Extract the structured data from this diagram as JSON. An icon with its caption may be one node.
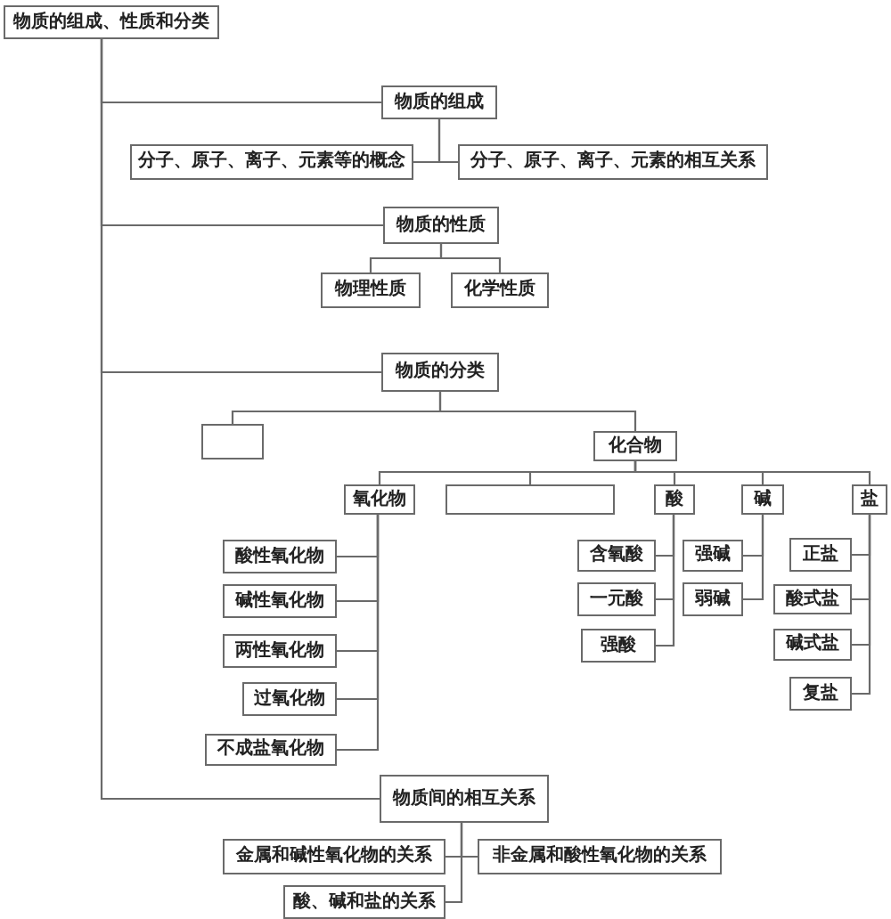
{
  "diagram": {
    "nodes": [
      {
        "text": [
          "物质的组成、性质和分类"
        ]
      },
      {
        "text": [
          "物质的组成"
        ]
      },
      {
        "text": [
          "分子、原子、离子、元素等的概念"
        ]
      },
      {
        "text": [
          "分子、原子、离子、元素的相互关系"
        ]
      },
      {
        "text": [
          "物质的性质"
        ]
      },
      {
        "text": [
          "物理性质"
        ]
      },
      {
        "text": [
          "化学性质"
        ]
      },
      {
        "text": [
          "物质的分类"
        ]
      },
      {
        "text": [],
        "shape": "box"
      },
      {
        "text": [
          "化合物"
        ]
      },
      {
        "text": [
          "氧化物"
        ]
      },
      {
        "text": [],
        "shape": "box"
      },
      {
        "text": [
          "酸"
        ]
      },
      {
        "text": [
          "碱"
        ]
      },
      {
        "text": [
          "盐"
        ]
      },
      {
        "text": [
          "酸性氧化物"
        ]
      },
      {
        "text": [
          "碱性氧化物"
        ]
      },
      {
        "text": [
          "两性氧化物"
        ]
      },
      {
        "text": [
          "过氧化物"
        ]
      },
      {
        "text": [
          "不成盐氧化物"
        ]
      },
      {
        "text": [
          "含氧酸"
        ]
      },
      {
        "text": [
          "一元酸"
        ]
      },
      {
        "text": [
          "强酸"
        ]
      },
      {
        "text": [
          "强碱"
        ]
      },
      {
        "text": [
          "弱碱"
        ]
      },
      {
        "text": [
          "正盐"
        ]
      },
      {
        "text": [
          "酸式盐"
        ]
      },
      {
        "text": [
          "碱式盐"
        ]
      },
      {
        "text": [
          "复盐"
        ]
      },
      {
        "text": [
          "物质间的相互关系"
        ]
      },
      {
        "text": [
          "金属和碱性氧化物的关系"
        ]
      },
      {
        "text": [
          "非金属和酸性氧化物的关系"
        ]
      },
      {
        "text": [
          "酸、碱和盐的关系"
        ]
      }
    ],
    "edges": [
      {
        "from": 0,
        "to": 1,
        "arrow": "none"
      },
      {
        "from": 0,
        "to": 4,
        "arrow": "none"
      },
      {
        "from": 0,
        "to": 7,
        "arrow": "none"
      },
      {
        "from": 0,
        "to": 29,
        "arrow": "none"
      },
      {
        "from": 1,
        "to": 2,
        "arrow": "none"
      },
      {
        "from": 1,
        "to": 3,
        "arrow": "none"
      },
      {
        "from": 4,
        "to": 5,
        "arrow": "none"
      },
      {
        "from": 4,
        "to": 6,
        "arrow": "none"
      },
      {
        "from": 7,
        "to": 8,
        "arrow": "none"
      },
      {
        "from": 7,
        "to": 9,
        "arrow": "none"
      },
      {
        "from": 9,
        "to": 10,
        "arrow": "none"
      },
      {
        "from": 9,
        "to": 11,
        "arrow": "none"
      },
      {
        "from": 9,
        "to": 12,
        "arrow": "none"
      },
      {
        "from": 9,
        "to": 13,
        "arrow": "none"
      },
      {
        "from": 9,
        "to": 14,
        "arrow": "none"
      },
      {
        "from": 10,
        "to": 15,
        "arrow": "none"
      },
      {
        "from": 10,
        "to": 16,
        "arrow": "none"
      },
      {
        "from": 10,
        "to": 17,
        "arrow": "none"
      },
      {
        "from": 10,
        "to": 18,
        "arrow": "none"
      },
      {
        "from": 10,
        "to": 19,
        "arrow": "none"
      },
      {
        "from": 12,
        "to": 20,
        "arrow": "none"
      },
      {
        "from": 12,
        "to": 21,
        "arrow": "none"
      },
      {
        "from": 12,
        "to": 22,
        "arrow": "none"
      },
      {
        "from": 13,
        "to": 23,
        "arrow": "none"
      },
      {
        "from": 13,
        "to": 24,
        "arrow": "none"
      },
      {
        "from": 14,
        "to": 25,
        "arrow": "none"
      },
      {
        "from": 14,
        "to": 26,
        "arrow": "none"
      },
      {
        "from": 14,
        "to": 27,
        "arrow": "none"
      },
      {
        "from": 14,
        "to": 28,
        "arrow": "none"
      },
      {
        "from": 29,
        "to": 30,
        "arrow": "none"
      },
      {
        "from": 29,
        "to": 31,
        "arrow": "none"
      },
      {
        "from": 29,
        "to": 32,
        "arrow": "none"
      }
    ]
  }
}
